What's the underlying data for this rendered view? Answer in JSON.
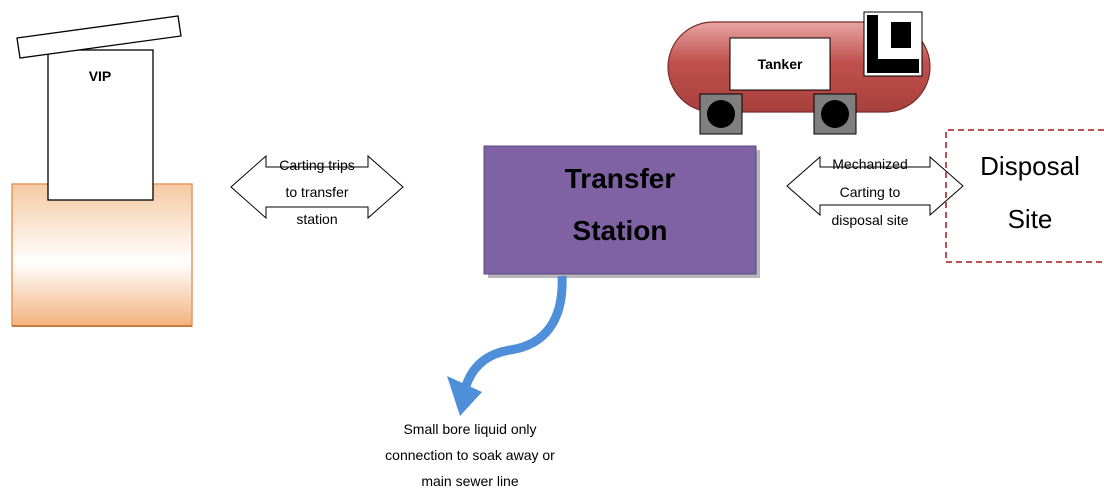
{
  "vip": {
    "label": "VIP"
  },
  "tanker": {
    "label": "Tanker"
  },
  "carting_arrow": {
    "lines": [
      "Carting trips",
      "to transfer",
      "station"
    ]
  },
  "transfer_station": {
    "lines": [
      "Transfer",
      "Station"
    ]
  },
  "mechanized_arrow": {
    "lines": [
      "Mechanized",
      "Carting to",
      "disposal site"
    ]
  },
  "disposal_site": {
    "lines": [
      "Disposal",
      "Site"
    ]
  },
  "outflow_note": {
    "lines": [
      "Small bore liquid only",
      "connection to soak away or",
      "main sewer line"
    ]
  },
  "colors": {
    "transfer_fill": "#7f62a3",
    "tanker_body": "#c0504d",
    "disposal_border": "#c0504d",
    "outflow_arrow": "#4f8fd9",
    "pit_fill": "#f5c9a2"
  }
}
